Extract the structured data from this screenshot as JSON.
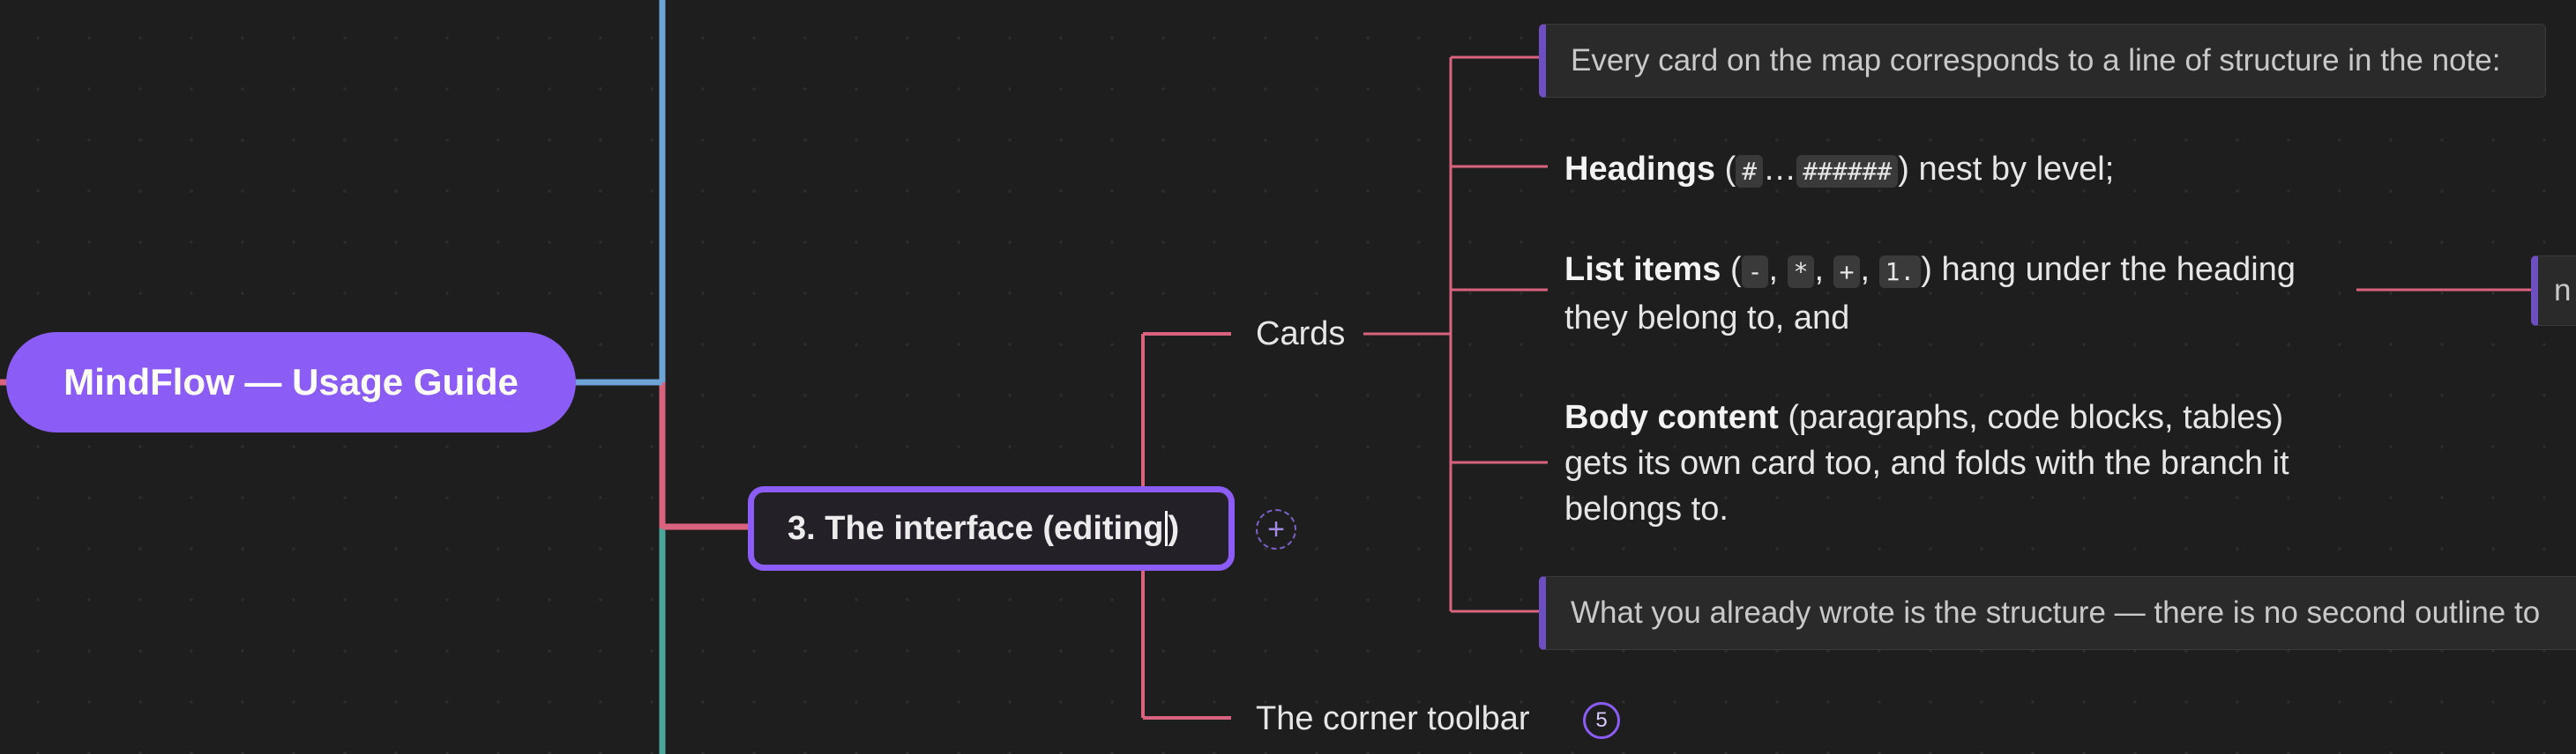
{
  "root": {
    "title": "MindFlow — Usage Guide"
  },
  "editing_node": {
    "text_before_caret": "3. The interface  (editing",
    "text_after_caret": ")"
  },
  "add_child": {
    "symbol": "+"
  },
  "branches": {
    "cards": {
      "label": "Cards"
    },
    "toolbar": {
      "label": "The corner toolbar",
      "badge": "5"
    }
  },
  "cards_children": {
    "intro": {
      "text": "Every card on the map corresponds to a line of structure in the note:"
    },
    "headings": {
      "title": "Headings",
      "open": " (",
      "code1": "#",
      "ellipsis": "…",
      "code2": "######",
      "rest": ") nest by level;"
    },
    "list_items": {
      "title": "List items",
      "open": " (",
      "code1": "-",
      "sep1": ", ",
      "code2": "*",
      "sep2": ", ",
      "code3": "+",
      "sep3": ", ",
      "code4": "1.",
      "rest": ") hang under the heading",
      "line2": "they belong to, and",
      "child_card_text": "n"
    },
    "body_content": {
      "title": "Body content",
      "rest": " (paragraphs, code blocks, tables)",
      "line2": "gets its own card too, and folds with the branch it",
      "line3": "belongs to."
    },
    "outro": {
      "text": "What you already wrote is the structure — there is no second outline to"
    }
  },
  "colors": {
    "accent": "#8b5cf6",
    "branch_pink": "#d9637f",
    "branch_blue": "#6ea3d8",
    "branch_teal": "#4aa89a",
    "background": "#1e1e1e"
  }
}
